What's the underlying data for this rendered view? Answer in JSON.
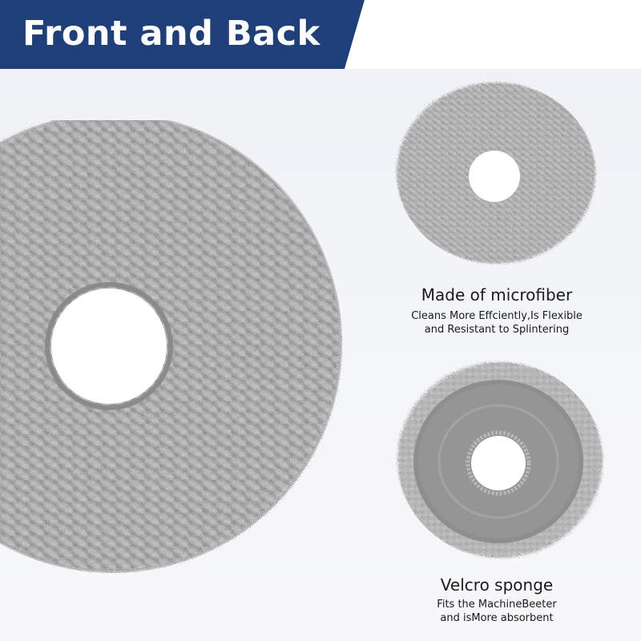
{
  "banner": {
    "title": "Front and Back",
    "color": "#1e3f7a"
  },
  "features": [
    {
      "title": "Made of microfiber",
      "line1": "Cleans More Effciently,Is Flexible",
      "line2": "and Resistant to Splintering"
    },
    {
      "title": "Velcro sponge",
      "line1": "Fits the MachineBeeter",
      "line2": "and isMore absorbent"
    }
  ],
  "colors": {
    "mop_gray": "#a9a9a9",
    "sponge_gray": "#8d8d8d",
    "text": "#1a1a1a"
  }
}
